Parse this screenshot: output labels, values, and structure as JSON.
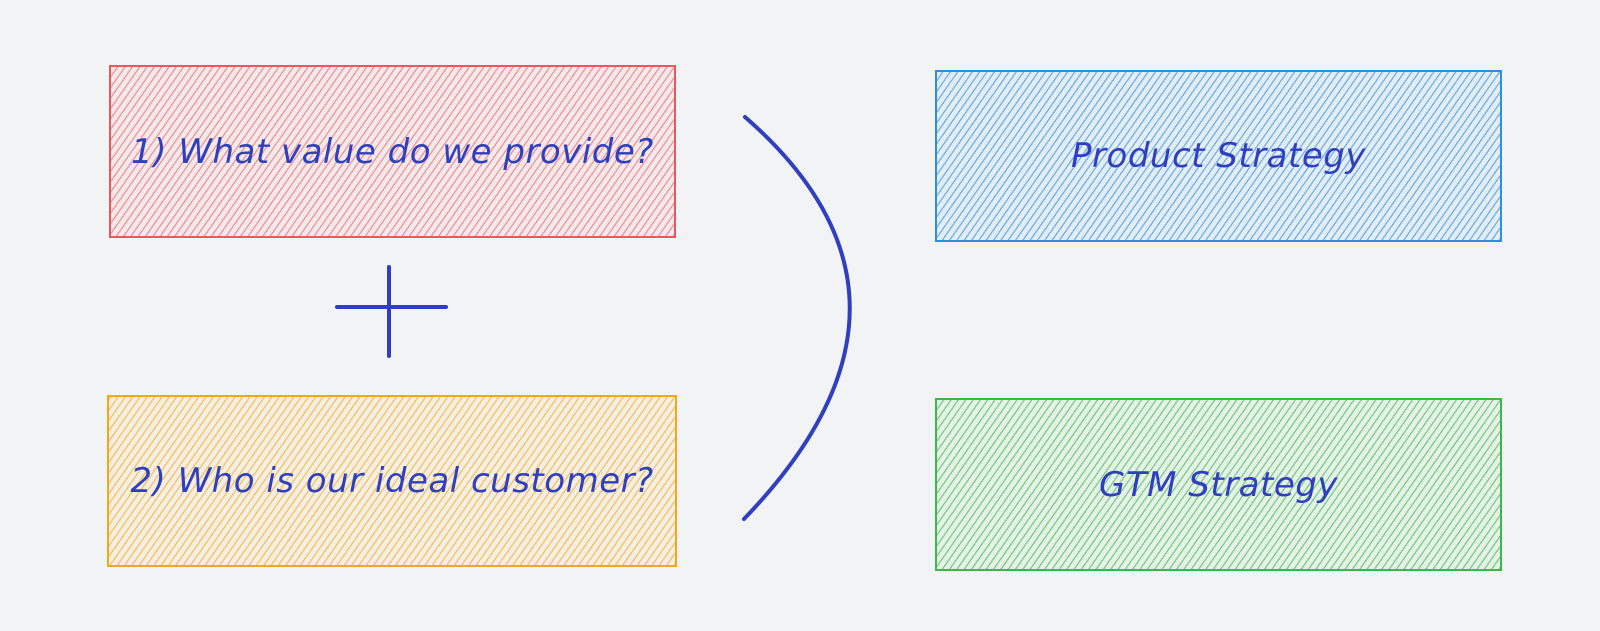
{
  "diagram": {
    "nodes": [
      {
        "id": "value",
        "label": "1) What value do we provide?",
        "color": "#e8585c"
      },
      {
        "id": "customer",
        "label": "2) Who is our ideal customer?",
        "color": "#f0a91a"
      },
      {
        "id": "product",
        "label": "Product Strategy",
        "color": "#2c8fe0"
      },
      {
        "id": "gtm",
        "label": "GTM Strategy",
        "color": "#3cb84b"
      }
    ],
    "operators": {
      "combine_symbol": "plus",
      "result_symbol": "right-bracket"
    },
    "stroke_color": "#2f3fbf"
  }
}
